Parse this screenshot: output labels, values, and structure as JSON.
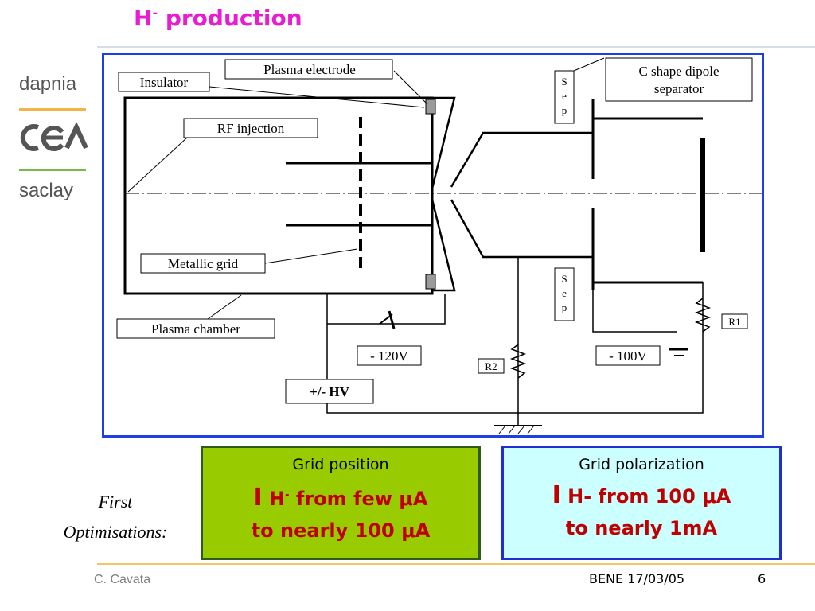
{
  "slide": {
    "title_main": "H",
    "title_sup": "-",
    "title_rest": " production"
  },
  "logo": {
    "top": "dapnia",
    "middle": "cea",
    "bottom": "saclay",
    "accent_orange": "#f3b24a",
    "accent_green": "#78b84a"
  },
  "diagram": {
    "labels": {
      "plasma_electrode": "Plasma electrode",
      "insulator": "Insulator",
      "rf_injection": "RF injection",
      "metallic_grid": "Metallic grid",
      "plasma_chamber": "Plasma chamber",
      "sep_top": [
        "S",
        "e",
        "p"
      ],
      "sep_bottom": [
        "S",
        "e",
        "p"
      ],
      "dipole_line1": "C shape dipole",
      "dipole_line2": "separator",
      "v120": "- 120V",
      "v100": "- 100V",
      "hv": "+/- HV",
      "r1": "R1",
      "r2": "R2"
    },
    "frame_color": "#1f3fe6"
  },
  "side_label": {
    "line1": "First",
    "line2": "Optimisations:"
  },
  "boxes": {
    "left": {
      "heading": "Grid position",
      "arrow": "I",
      "text1a": "H",
      "text1sup": "-",
      "text1b": " from few μA",
      "text2": "to nearly 100 μA",
      "bg": "#99cc00"
    },
    "right": {
      "heading": "Grid polarization",
      "arrow": "I",
      "text1": " H- from 100 μA",
      "text2": "to nearly 1mA",
      "bg": "#ccffff"
    }
  },
  "footer": {
    "author": "C. Cavata",
    "event": "BENE 17/03/05",
    "page": "6"
  }
}
